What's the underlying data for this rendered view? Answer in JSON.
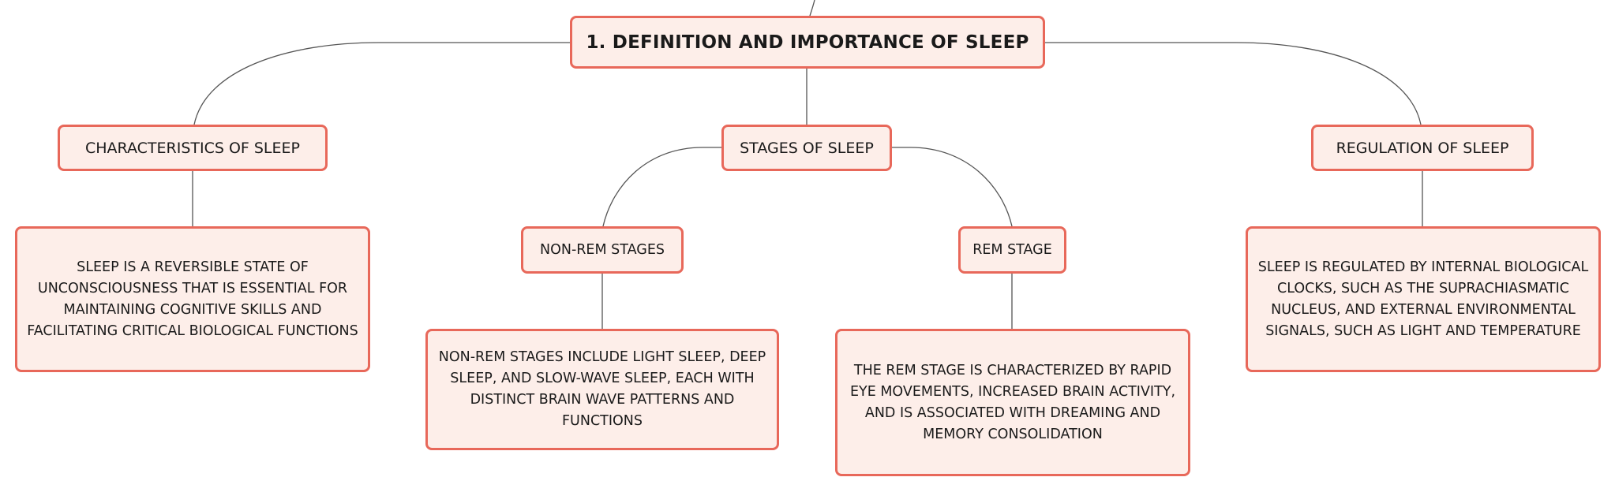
{
  "diagram": {
    "root": {
      "title": "1. DEFINITION AND IMPORTANCE OF SLEEP"
    },
    "branches": {
      "characteristics": {
        "label": "CHARACTERISTICS OF SLEEP",
        "description": "SLEEP IS A REVERSIBLE STATE OF UNCONSCIOUSNESS THAT IS ESSENTIAL FOR MAINTAINING COGNITIVE SKILLS AND FACILITATING CRITICAL BIOLOGICAL FUNCTIONS"
      },
      "stages": {
        "label": "STAGES OF SLEEP",
        "non_rem": {
          "label": "NON-REM STAGES",
          "description": "NON-REM STAGES INCLUDE LIGHT SLEEP, DEEP SLEEP, AND SLOW-WAVE SLEEP, EACH WITH DISTINCT BRAIN WAVE PATTERNS AND FUNCTIONS"
        },
        "rem": {
          "label": "REM STAGE",
          "description": "THE REM STAGE IS CHARACTERIZED BY RAPID EYE MOVEMENTS, INCREASED BRAIN ACTIVITY, AND IS ASSOCIATED WITH DREAMING AND MEMORY CONSOLIDATION"
        }
      },
      "regulation": {
        "label": "REGULATION OF SLEEP",
        "description": "SLEEP IS REGULATED BY INTERNAL BIOLOGICAL CLOCKS, SUCH AS THE SUPRACHIASMATIC NUCLEUS, AND EXTERNAL ENVIRONMENTAL SIGNALS, SUCH AS LIGHT AND TEMPERATURE"
      }
    },
    "colors": {
      "node_fill": "#fdeee9",
      "node_border": "#e8685a",
      "connector": "#555555"
    }
  }
}
